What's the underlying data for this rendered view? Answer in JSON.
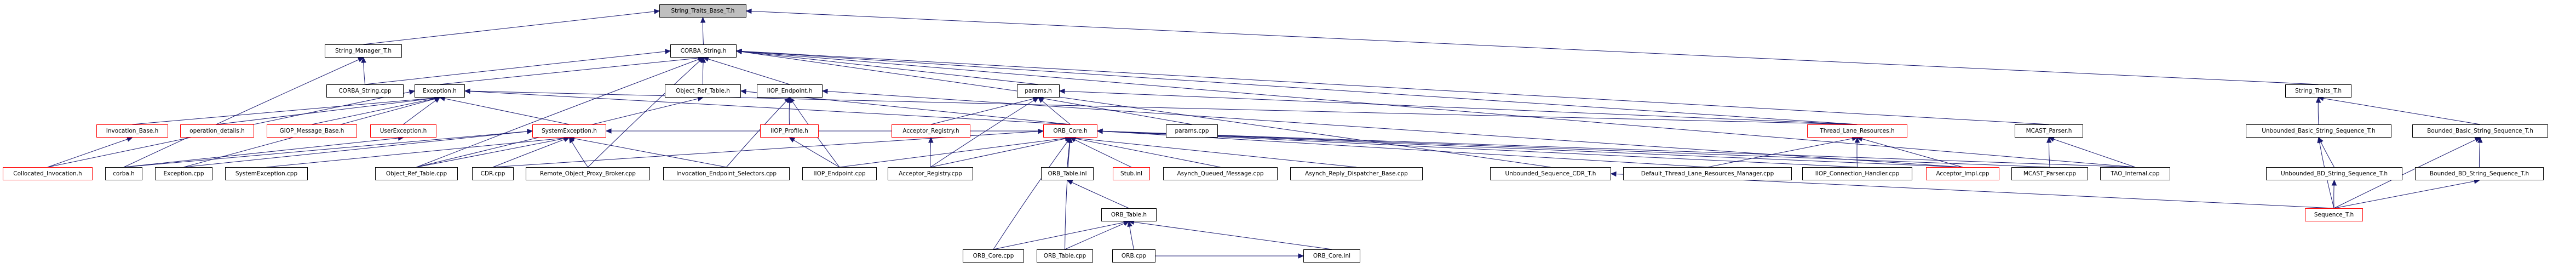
{
  "title": "String_Traits_Base_T.h included-by graph",
  "colors": {
    "edge": "#191970",
    "root_fill": "#bfbfbf",
    "normal_border": "#000000",
    "truncated_border": "#ff0000"
  },
  "nodes": [
    {
      "id": "String_Traits_Base_T.h",
      "label": "String_Traits_Base_T.h",
      "style": "root"
    },
    {
      "id": "String_Manager_T.h",
      "label": "String_Manager_T.h",
      "style": "normal"
    },
    {
      "id": "CORBA_String.h",
      "label": "CORBA_String.h",
      "style": "normal"
    },
    {
      "id": "String_Traits_T.h",
      "label": "String_Traits_T.h",
      "style": "normal"
    },
    {
      "id": "CORBA_String.cpp",
      "label": "CORBA_String.cpp",
      "style": "normal"
    },
    {
      "id": "Exception.h",
      "label": "Exception.h",
      "style": "normal"
    },
    {
      "id": "Object_Ref_Table.h",
      "label": "Object_Ref_Table.h",
      "style": "normal"
    },
    {
      "id": "IIOP_Endpoint.h",
      "label": "IIOP_Endpoint.h",
      "style": "normal"
    },
    {
      "id": "params.h",
      "label": "params.h",
      "style": "normal"
    },
    {
      "id": "Invocation_Base.h",
      "label": "Invocation_Base.h",
      "style": "truncated"
    },
    {
      "id": "operation_details.h",
      "label": "operation_details.h",
      "style": "truncated"
    },
    {
      "id": "GIOP_Message_Base.h",
      "label": "GIOP_Message_Base.h",
      "style": "truncated"
    },
    {
      "id": "UserException.h",
      "label": "UserException.h",
      "style": "truncated"
    },
    {
      "id": "SystemException.h",
      "label": "SystemException.h",
      "style": "truncated"
    },
    {
      "id": "IIOP_Profile.h",
      "label": "IIOP_Profile.h",
      "style": "truncated"
    },
    {
      "id": "Acceptor_Registry.h",
      "label": "Acceptor_Registry.h",
      "style": "truncated"
    },
    {
      "id": "ORB_Core.h",
      "label": "ORB_Core.h",
      "style": "truncated"
    },
    {
      "id": "params.cpp",
      "label": "params.cpp",
      "style": "normal"
    },
    {
      "id": "Thread_Lane_Resources.h",
      "label": "Thread_Lane_Resources.h",
      "style": "truncated"
    },
    {
      "id": "MCAST_Parser.h",
      "label": "MCAST_Parser.h",
      "style": "normal"
    },
    {
      "id": "Unbounded_Basic_String_Sequence_T.h",
      "label": "Unbounded_Basic_String_Sequence_T.h",
      "style": "normal"
    },
    {
      "id": "Bounded_Basic_String_Sequence_T.h",
      "label": "Bounded_Basic_String_Sequence_T.h",
      "style": "normal"
    },
    {
      "id": "Collocated_Invocation.h",
      "label": "Collocated_Invocation.h",
      "style": "truncated"
    },
    {
      "id": "corba.h",
      "label": "corba.h",
      "style": "normal"
    },
    {
      "id": "Exception.cpp",
      "label": "Exception.cpp",
      "style": "normal"
    },
    {
      "id": "SystemException.cpp",
      "label": "SystemException.cpp",
      "style": "normal"
    },
    {
      "id": "Object_Ref_Table.cpp",
      "label": "Object_Ref_Table.cpp",
      "style": "normal"
    },
    {
      "id": "CDR.cpp",
      "label": "CDR.cpp",
      "style": "normal"
    },
    {
      "id": "Remote_Object_Proxy_Broker.cpp",
      "label": "Remote_Object_Proxy_Broker.cpp",
      "style": "normal"
    },
    {
      "id": "Invocation_Endpoint_Selectors.cpp",
      "label": "Invocation_Endpoint_Selectors.cpp",
      "style": "normal"
    },
    {
      "id": "IIOP_Endpoint.cpp",
      "label": "IIOP_Endpoint.cpp",
      "style": "normal"
    },
    {
      "id": "Acceptor_Registry.cpp",
      "label": "Acceptor_Registry.cpp",
      "style": "normal"
    },
    {
      "id": "ORB_Table.inl",
      "label": "ORB_Table.inl",
      "style": "normal"
    },
    {
      "id": "Stub.inl",
      "label": "Stub.inl",
      "style": "truncated"
    },
    {
      "id": "Asynch_Queued_Message.cpp",
      "label": "Asynch_Queued_Message.cpp",
      "style": "normal"
    },
    {
      "id": "Asynch_Reply_Dispatcher_Base.cpp",
      "label": "Asynch_Reply_Dispatcher_Base.cpp",
      "style": "normal"
    },
    {
      "id": "Unbounded_Sequence_CDR_T.h",
      "label": "Unbounded_Sequence_CDR_T.h",
      "style": "normal"
    },
    {
      "id": "Default_Thread_Lane_Resources_Manager.cpp",
      "label": "Default_Thread_Lane_Resources_Manager.cpp",
      "style": "normal"
    },
    {
      "id": "IIOP_Connection_Handler.cpp",
      "label": "IIOP_Connection_Handler.cpp",
      "style": "normal"
    },
    {
      "id": "Acceptor_Impl.cpp",
      "label": "Acceptor_Impl.cpp",
      "style": "truncated"
    },
    {
      "id": "MCAST_Parser.cpp",
      "label": "MCAST_Parser.cpp",
      "style": "normal"
    },
    {
      "id": "TAO_Internal.cpp",
      "label": "TAO_Internal.cpp",
      "style": "normal"
    },
    {
      "id": "Unbounded_BD_String_Sequence_T.h",
      "label": "Unbounded_BD_String_Sequence_T.h",
      "style": "normal"
    },
    {
      "id": "Bounded_BD_String_Sequence_T.h",
      "label": "Bounded_BD_String_Sequence_T.h",
      "style": "normal"
    },
    {
      "id": "ORB_Table.h",
      "label": "ORB_Table.h",
      "style": "normal"
    },
    {
      "id": "ORB_Core.cpp",
      "label": "ORB_Core.cpp",
      "style": "normal"
    },
    {
      "id": "ORB_Table.cpp",
      "label": "ORB_Table.cpp",
      "style": "normal"
    },
    {
      "id": "ORB.cpp",
      "label": "ORB.cpp",
      "style": "normal"
    },
    {
      "id": "ORB_Core.inl",
      "label": "ORB_Core.inl",
      "style": "normal"
    },
    {
      "id": "Sequence_T.h",
      "label": "Sequence_T.h",
      "style": "truncated"
    }
  ],
  "edges": [
    [
      "String_Manager_T.h",
      "String_Traits_Base_T.h"
    ],
    [
      "CORBA_String.h",
      "String_Traits_Base_T.h"
    ],
    [
      "String_Traits_T.h",
      "String_Traits_Base_T.h"
    ],
    [
      "CORBA_String.cpp",
      "String_Manager_T.h"
    ],
    [
      "corba.h",
      "String_Manager_T.h"
    ],
    [
      "CORBA_String.cpp",
      "CORBA_String.h"
    ],
    [
      "Exception.h",
      "CORBA_String.h"
    ],
    [
      "Object_Ref_Table.h",
      "CORBA_String.h"
    ],
    [
      "IIOP_Endpoint.h",
      "CORBA_String.h"
    ],
    [
      "params.h",
      "CORBA_String.h"
    ],
    [
      "Thread_Lane_Resources.h",
      "CORBA_String.h"
    ],
    [
      "MCAST_Parser.h",
      "CORBA_String.h"
    ],
    [
      "Unbounded_Sequence_CDR_T.h",
      "CORBA_String.h"
    ],
    [
      "TAO_Internal.cpp",
      "CORBA_String.h"
    ],
    [
      "Remote_Object_Proxy_Broker.cpp",
      "CORBA_String.h"
    ],
    [
      "Object_Ref_Table.cpp",
      "CORBA_String.h"
    ],
    [
      "Invocation_Base.h",
      "Exception.h"
    ],
    [
      "operation_details.h",
      "Exception.h"
    ],
    [
      "GIOP_Message_Base.h",
      "Exception.h"
    ],
    [
      "UserException.h",
      "Exception.h"
    ],
    [
      "SystemException.h",
      "Exception.h"
    ],
    [
      "Collocated_Invocation.h",
      "Exception.h"
    ],
    [
      "Exception.cpp",
      "Exception.h"
    ],
    [
      "ORB_Core.h",
      "Exception.h"
    ],
    [
      "Thread_Lane_Resources.h",
      "Exception.h"
    ],
    [
      "Object_Ref_Table.cpp",
      "Object_Ref_Table.h"
    ],
    [
      "ORB_Core.h",
      "Object_Ref_Table.h"
    ],
    [
      "IIOP_Profile.h",
      "IIOP_Endpoint.h"
    ],
    [
      "IIOP_Endpoint.cpp",
      "IIOP_Endpoint.h"
    ],
    [
      "Invocation_Endpoint_Selectors.cpp",
      "IIOP_Endpoint.h"
    ],
    [
      "Acceptor_Impl.cpp",
      "IIOP_Endpoint.h"
    ],
    [
      "Acceptor_Registry.h",
      "params.h"
    ],
    [
      "ORB_Core.h",
      "params.h"
    ],
    [
      "params.cpp",
      "params.h"
    ],
    [
      "Acceptor_Registry.cpp",
      "params.h"
    ],
    [
      "Thread_Lane_Resources.h",
      "params.h"
    ],
    [
      "Collocated_Invocation.h",
      "Invocation_Base.h"
    ],
    [
      "corba.h",
      "UserException.h"
    ],
    [
      "corba.h",
      "SystemException.h"
    ],
    [
      "Exception.cpp",
      "SystemException.h"
    ],
    [
      "SystemException.cpp",
      "SystemException.h"
    ],
    [
      "Object_Ref_Table.cpp",
      "SystemException.h"
    ],
    [
      "CDR.cpp",
      "SystemException.h"
    ],
    [
      "Remote_Object_Proxy_Broker.cpp",
      "SystemException.h"
    ],
    [
      "Invocation_Endpoint_Selectors.cpp",
      "SystemException.h"
    ],
    [
      "ORB_Core.h",
      "SystemException.h"
    ],
    [
      "IIOP_Endpoint.cpp",
      "IIOP_Profile.h"
    ],
    [
      "Acceptor_Registry.cpp",
      "Acceptor_Registry.h"
    ],
    [
      "IIOP_Endpoint.cpp",
      "ORB_Core.h"
    ],
    [
      "Acceptor_Registry.cpp",
      "ORB_Core.h"
    ],
    [
      "ORB_Table.inl",
      "ORB_Core.h"
    ],
    [
      "Stub.inl",
      "ORB_Core.h"
    ],
    [
      "Asynch_Queued_Message.cpp",
      "ORB_Core.h"
    ],
    [
      "Asynch_Reply_Dispatcher_Base.cpp",
      "ORB_Core.h"
    ],
    [
      "Default_Thread_Lane_Resources_Manager.cpp",
      "ORB_Core.h"
    ],
    [
      "IIOP_Connection_Handler.cpp",
      "ORB_Core.h"
    ],
    [
      "Acceptor_Impl.cpp",
      "ORB_Core.h"
    ],
    [
      "MCAST_Parser.cpp",
      "ORB_Core.h"
    ],
    [
      "TAO_Internal.cpp",
      "ORB_Core.h"
    ],
    [
      "ORB_Core.cpp",
      "ORB_Core.h"
    ],
    [
      "ORB_Table.cpp",
      "ORB_Core.h"
    ],
    [
      "CDR.cpp",
      "ORB_Core.h"
    ],
    [
      "Default_Thread_Lane_Resources_Manager.cpp",
      "Thread_Lane_Resources.h"
    ],
    [
      "IIOP_Connection_Handler.cpp",
      "Thread_Lane_Resources.h"
    ],
    [
      "Acceptor_Impl.cpp",
      "Thread_Lane_Resources.h"
    ],
    [
      "MCAST_Parser.cpp",
      "MCAST_Parser.h"
    ],
    [
      "TAO_Internal.cpp",
      "MCAST_Parser.h"
    ],
    [
      "Sequence_T.h",
      "Unbounded_Sequence_CDR_T.h"
    ],
    [
      "ORB_Table.h",
      "ORB_Table.inl"
    ],
    [
      "ORB_Core.cpp",
      "ORB_Table.h"
    ],
    [
      "ORB_Table.cpp",
      "ORB_Table.h"
    ],
    [
      "ORB.cpp",
      "ORB_Table.h"
    ],
    [
      "ORB_Core.inl",
      "ORB_Table.h"
    ],
    [
      "ORB.cpp",
      "ORB_Core.inl"
    ],
    [
      "Unbounded_Basic_String_Sequence_T.h",
      "String_Traits_T.h"
    ],
    [
      "Bounded_Basic_String_Sequence_T.h",
      "String_Traits_T.h"
    ],
    [
      "Unbounded_BD_String_Sequence_T.h",
      "Unbounded_Basic_String_Sequence_T.h"
    ],
    [
      "Sequence_T.h",
      "Unbounded_Basic_String_Sequence_T.h"
    ],
    [
      "Bounded_BD_String_Sequence_T.h",
      "Bounded_Basic_String_Sequence_T.h"
    ],
    [
      "Sequence_T.h",
      "Bounded_Basic_String_Sequence_T.h"
    ],
    [
      "Sequence_T.h",
      "Unbounded_BD_String_Sequence_T.h"
    ],
    [
      "Sequence_T.h",
      "Bounded_BD_String_Sequence_T.h"
    ]
  ]
}
